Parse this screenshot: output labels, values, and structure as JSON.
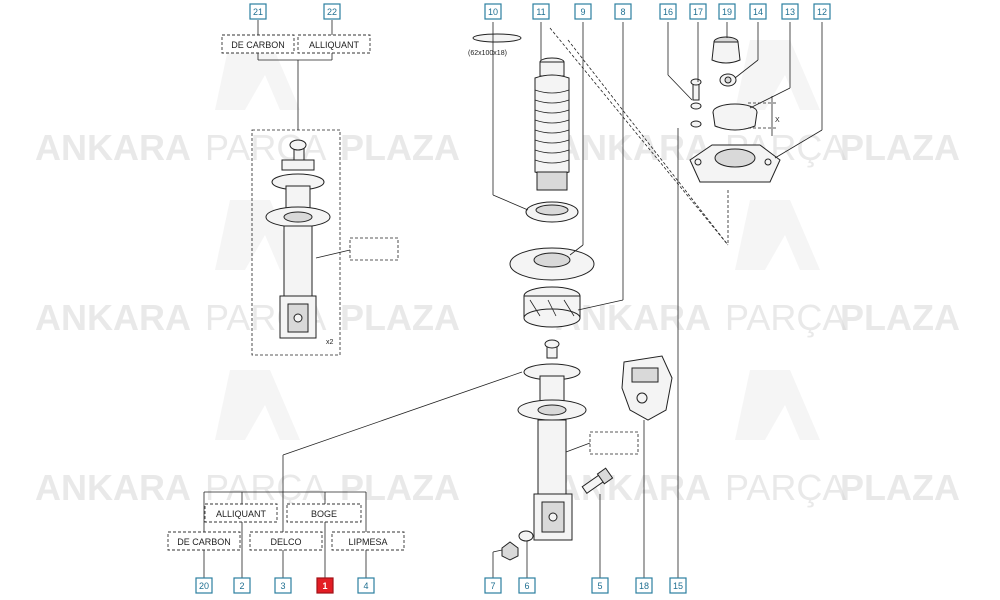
{
  "watermark": {
    "words": [
      "ANKARA",
      "PARÇA",
      "PLAZA"
    ]
  },
  "callouts": [
    {
      "number": "21",
      "selected": false
    },
    {
      "number": "22",
      "selected": false
    },
    {
      "number": "10",
      "selected": false
    },
    {
      "number": "11",
      "selected": false
    },
    {
      "number": "9",
      "selected": false
    },
    {
      "number": "8",
      "selected": false
    },
    {
      "number": "16",
      "selected": false
    },
    {
      "number": "17",
      "selected": false
    },
    {
      "number": "19",
      "selected": false
    },
    {
      "number": "14",
      "selected": false
    },
    {
      "number": "13",
      "selected": false
    },
    {
      "number": "12",
      "selected": false
    },
    {
      "number": "20",
      "selected": false
    },
    {
      "number": "2",
      "selected": false
    },
    {
      "number": "3",
      "selected": false
    },
    {
      "number": "1",
      "selected": true
    },
    {
      "number": "4",
      "selected": false
    },
    {
      "number": "7",
      "selected": false
    },
    {
      "number": "6",
      "selected": false
    },
    {
      "number": "5",
      "selected": false
    },
    {
      "number": "18",
      "selected": false
    },
    {
      "number": "15",
      "selected": false
    }
  ],
  "brand_labels": {
    "top_left": "DE CARBON",
    "top_right": "ALLIQUANT",
    "bottom_alliquant": "ALLIQUANT",
    "bottom_boge": "BOGE",
    "bottom_decarbon": "DE CARBON",
    "bottom_delco": "DELCO",
    "bottom_lipmesa": "LIPMESA"
  },
  "annotations": {
    "ring_size": "(62x100x18)",
    "quantity": "x2",
    "dimension": "X"
  }
}
